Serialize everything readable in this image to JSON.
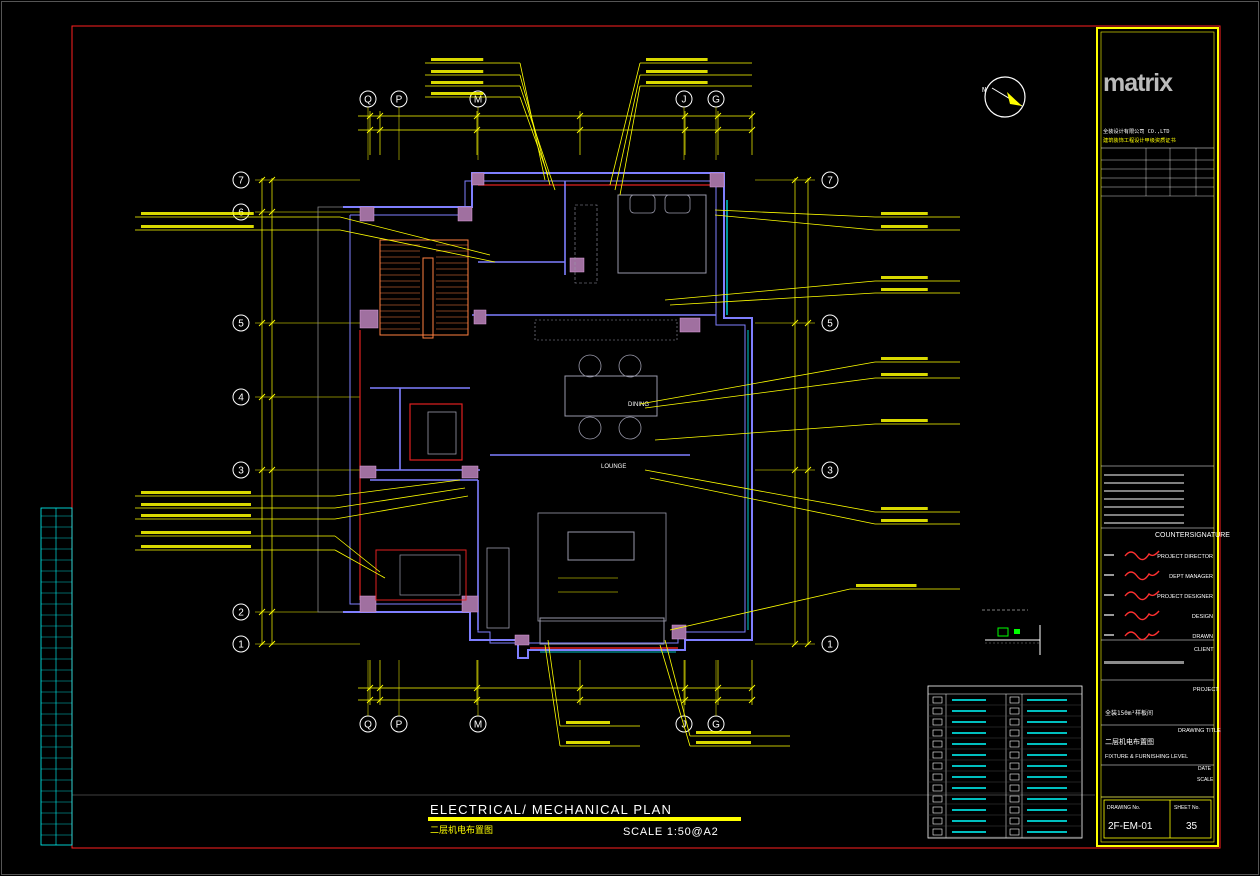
{
  "colors": {
    "background": "#000000",
    "frame": "#ff2020",
    "titleblock_border": "#ffff00",
    "dimension": "#ffff00",
    "wall": "#7f7fff",
    "wall_fill": "#a070a0",
    "furniture": "#9999aa",
    "stair": "#ff8040",
    "grid_bubble": "#ffffff",
    "leader": "#ffff00",
    "window": "#00ffff",
    "logo": "#c0c0c0"
  },
  "grid": {
    "top_axes": [
      "Q",
      "P",
      "M",
      "J",
      "G"
    ],
    "bottom_axes": [
      "Q",
      "P",
      "M",
      "J",
      "G"
    ],
    "left_axes": [
      "7",
      "6",
      "5",
      "4",
      "3",
      "2",
      "1"
    ],
    "right_axes": [
      "7",
      "5",
      "3",
      "1"
    ]
  },
  "drawing": {
    "title_en": "ELECTRICAL/ MECHANICAL PLAN",
    "title_cn": "二层机电布置图",
    "scale": "SCALE 1:50@A2"
  },
  "room_tags": [
    {
      "label": "LOUNGE"
    },
    {
      "label": "DINING"
    }
  ],
  "titleblock": {
    "logo": "matrix",
    "countersignature": "COUNTERSIGNATURE",
    "roles": [
      "PROJECT DIRECTOR",
      "DEPT MANAGER",
      "PROJECT DESIGNER",
      "DESIGN",
      "DRAWN"
    ],
    "client_label": "CLIENT",
    "project_label": "PROJECT",
    "project_name": "全装150m²样板间",
    "drawing_title_label": "DRAWING TITLE",
    "drawing_title_cn": "二层机电布置图",
    "drawing_title_en": "FIXTURE & FURNISHING LEVEL",
    "date_label": "DATE",
    "scale_label": "SCALE",
    "drawing_no_label": "DRAWING No.",
    "sheet_no_label": "SHEET No.",
    "drawing_no": "2F-EM-01",
    "sheet_no": "35"
  },
  "icons": [
    "north-arrow-icon",
    "legend-socket-icon"
  ]
}
